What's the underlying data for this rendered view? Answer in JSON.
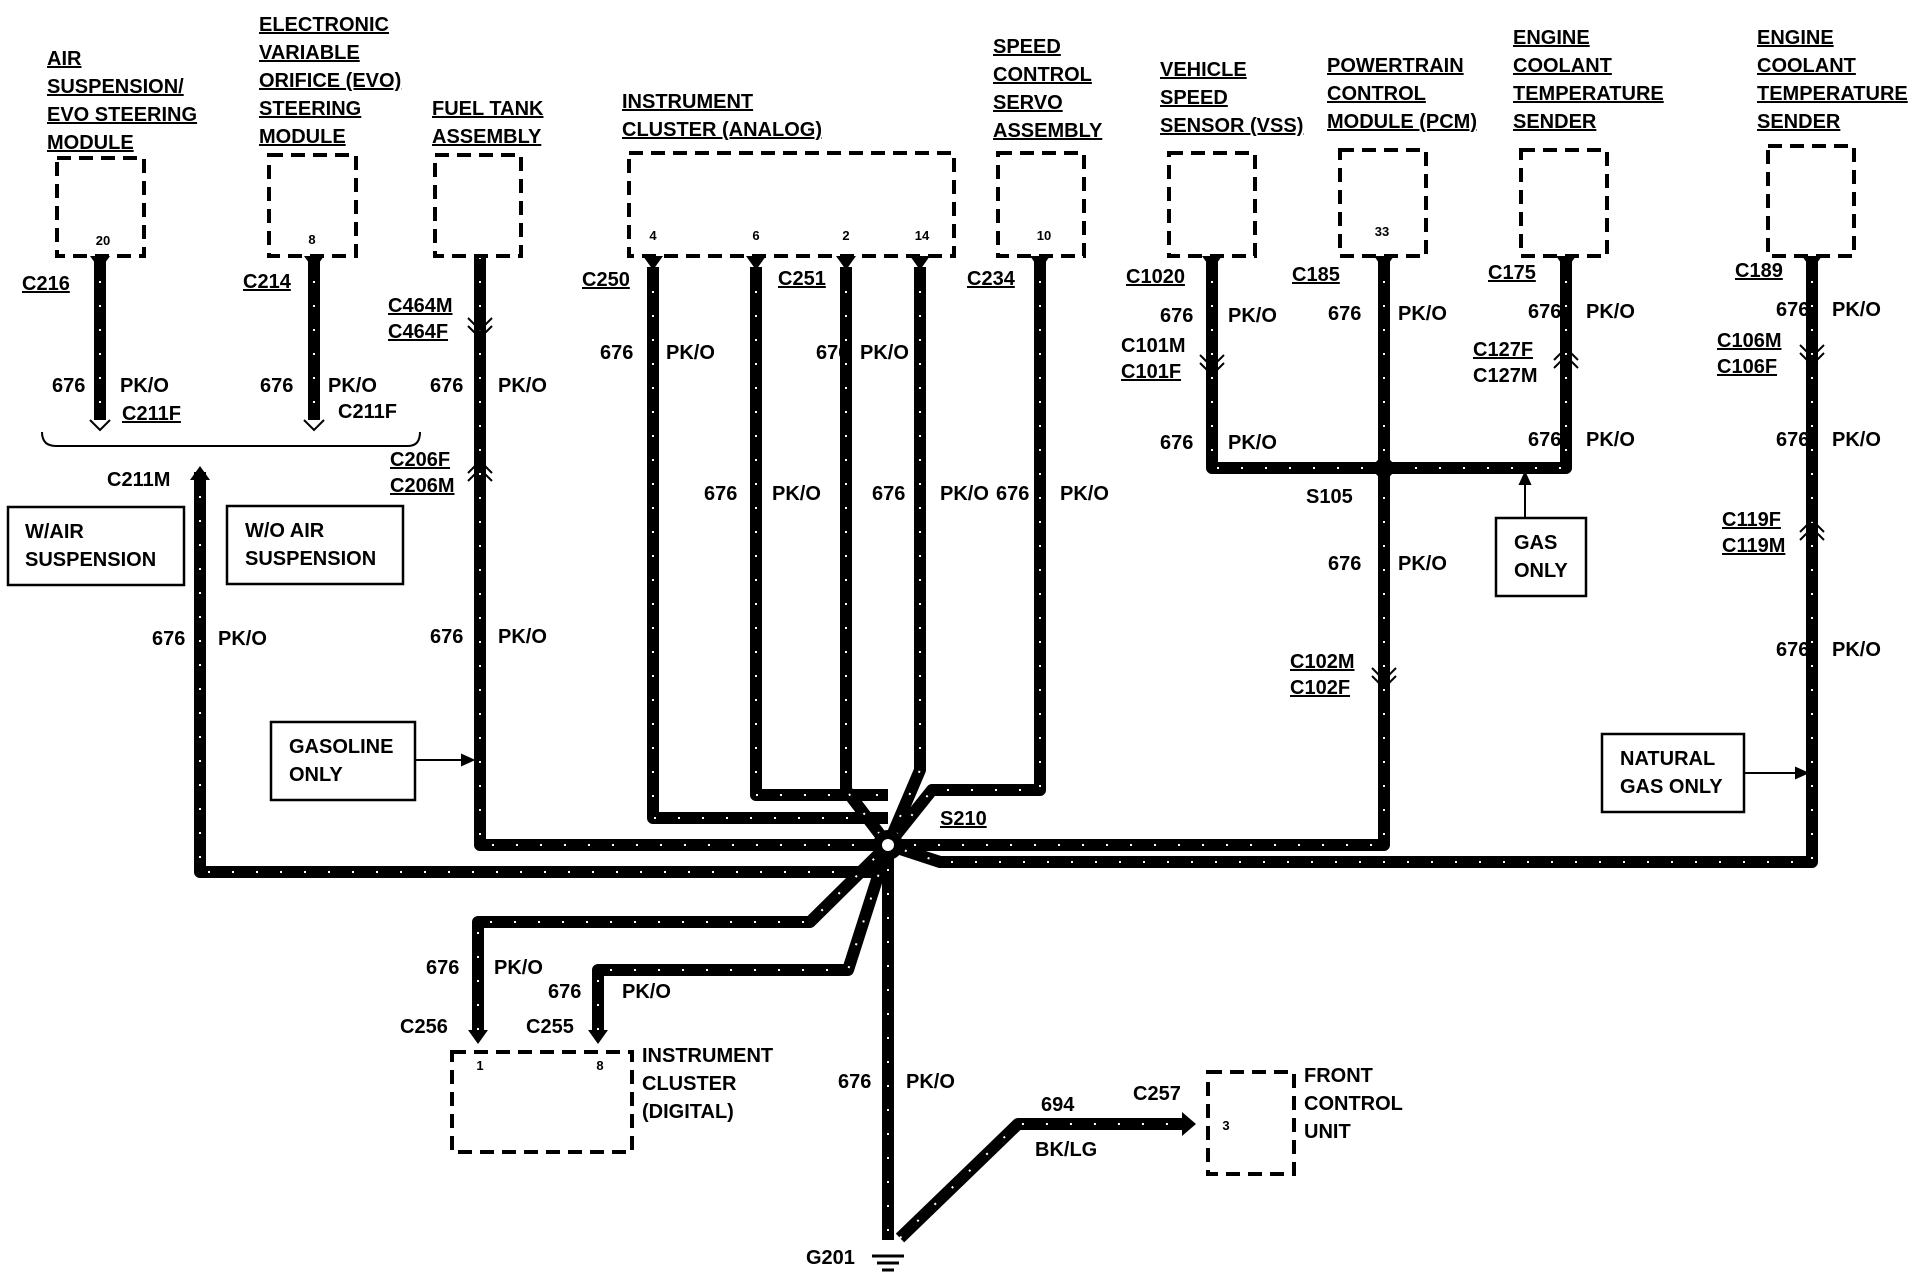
{
  "components": {
    "air_susp_module": [
      "AIR",
      "SUSPENSION/",
      "EVO STEERING",
      "MODULE"
    ],
    "evo_module": [
      "ELECTRONIC",
      "VARIABLE",
      "ORIFICE (EVO)",
      "STEERING",
      "MODULE"
    ],
    "fuel_tank": [
      "FUEL TANK",
      "ASSEMBLY"
    ],
    "cluster_analog": [
      "INSTRUMENT",
      "CLUSTER (ANALOG)"
    ],
    "speed_control": [
      "SPEED",
      "CONTROL",
      "SERVO",
      "ASSEMBLY"
    ],
    "vss": [
      "VEHICLE",
      "SPEED",
      "SENSOR (VSS)"
    ],
    "pcm": [
      "POWERTRAIN",
      "CONTROL",
      "MODULE (PCM)"
    ],
    "ect_gas": [
      "ENGINE",
      "COOLANT",
      "TEMPERATURE",
      "SENDER"
    ],
    "ect_ng": [
      "ENGINE",
      "COOLANT",
      "TEMPERATURE",
      "SENDER"
    ],
    "cluster_digital": [
      "INSTRUMENT",
      "CLUSTER",
      "(DIGITAL)"
    ],
    "front_control": [
      "FRONT",
      "CONTROL",
      "UNIT"
    ]
  },
  "notes": {
    "w_air": [
      "W/AIR",
      "SUSPENSION"
    ],
    "wo_air": [
      "W/O AIR",
      "SUSPENSION"
    ],
    "gasoline": [
      "GASOLINE",
      "ONLY"
    ],
    "gas_only": [
      "GAS",
      "ONLY"
    ],
    "natural_gas": [
      "NATURAL",
      "GAS ONLY"
    ]
  },
  "pins": {
    "air_susp": "20",
    "evo": "8",
    "cluster_a": [
      "4",
      "6",
      "2",
      "14"
    ],
    "speed_control": "10",
    "pcm": "33",
    "cluster_d": [
      "1",
      "8"
    ],
    "front_control": "3"
  },
  "connectors": {
    "c216": "C216",
    "c214": "C214",
    "c211f_a": "C211F",
    "c211f_b": "C211F",
    "c211m": "C211M",
    "c464m": "C464M",
    "c464f": "C464F",
    "c206f": "C206F",
    "c206m": "C206M",
    "c250": "C250",
    "c251": "C251",
    "c234": "C234",
    "c1020": "C1020",
    "c101m": "C101M",
    "c101f": "C101F",
    "c185": "C185",
    "c175": "C175",
    "c127f": "C127F",
    "c127m": "C127M",
    "c189": "C189",
    "c106m": "C106M",
    "c106f": "C106F",
    "c119f": "C119F",
    "c119m": "C119M",
    "c102m": "C102M",
    "c102f": "C102F",
    "c256": "C256",
    "c255": "C255",
    "c257": "C257"
  },
  "splices": {
    "s210": "S210",
    "s105": "S105"
  },
  "ground": "G201",
  "circuits": {
    "ground_num": "676",
    "ground_color": "PK/O",
    "fcu_num": "694",
    "fcu_color": "BK/LG"
  }
}
